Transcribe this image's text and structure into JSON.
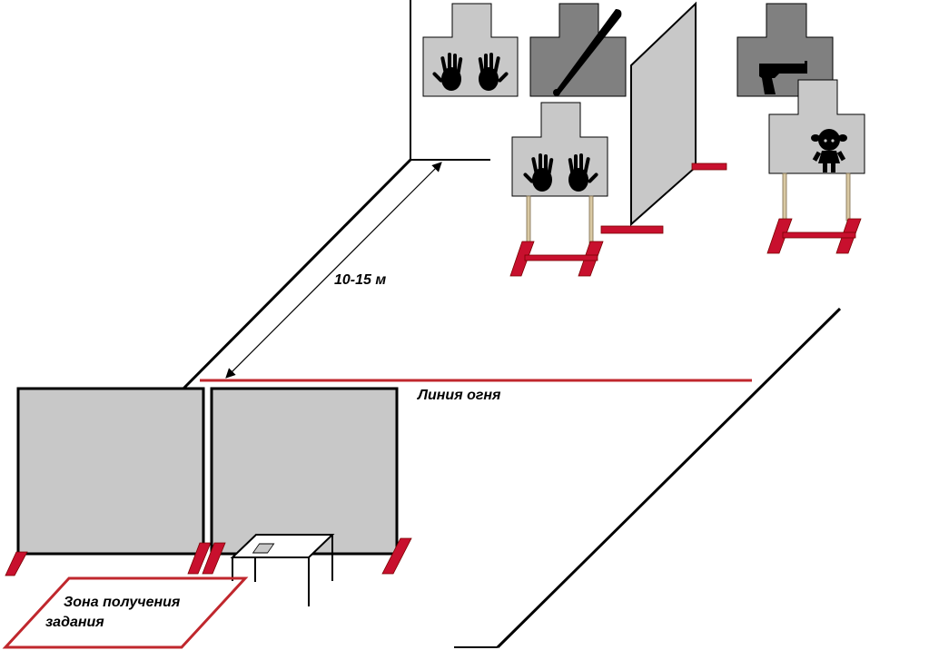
{
  "labels": {
    "distance": "10-15 м",
    "fire_line": "Линия огня",
    "zone_line1": "Зона получения",
    "zone_line2": "задания"
  },
  "icons": {
    "t1": "hands-icon",
    "t2": "baseball-bat-icon",
    "t3": "hands-icon",
    "t4": "pistol-icon",
    "t5": "doll-icon"
  },
  "colors": {
    "accent_red": "#c0272d",
    "stand_red": "#c8102e",
    "light_gray": "#c8c8c8",
    "dark_gray": "#808080",
    "line": "#000000"
  }
}
